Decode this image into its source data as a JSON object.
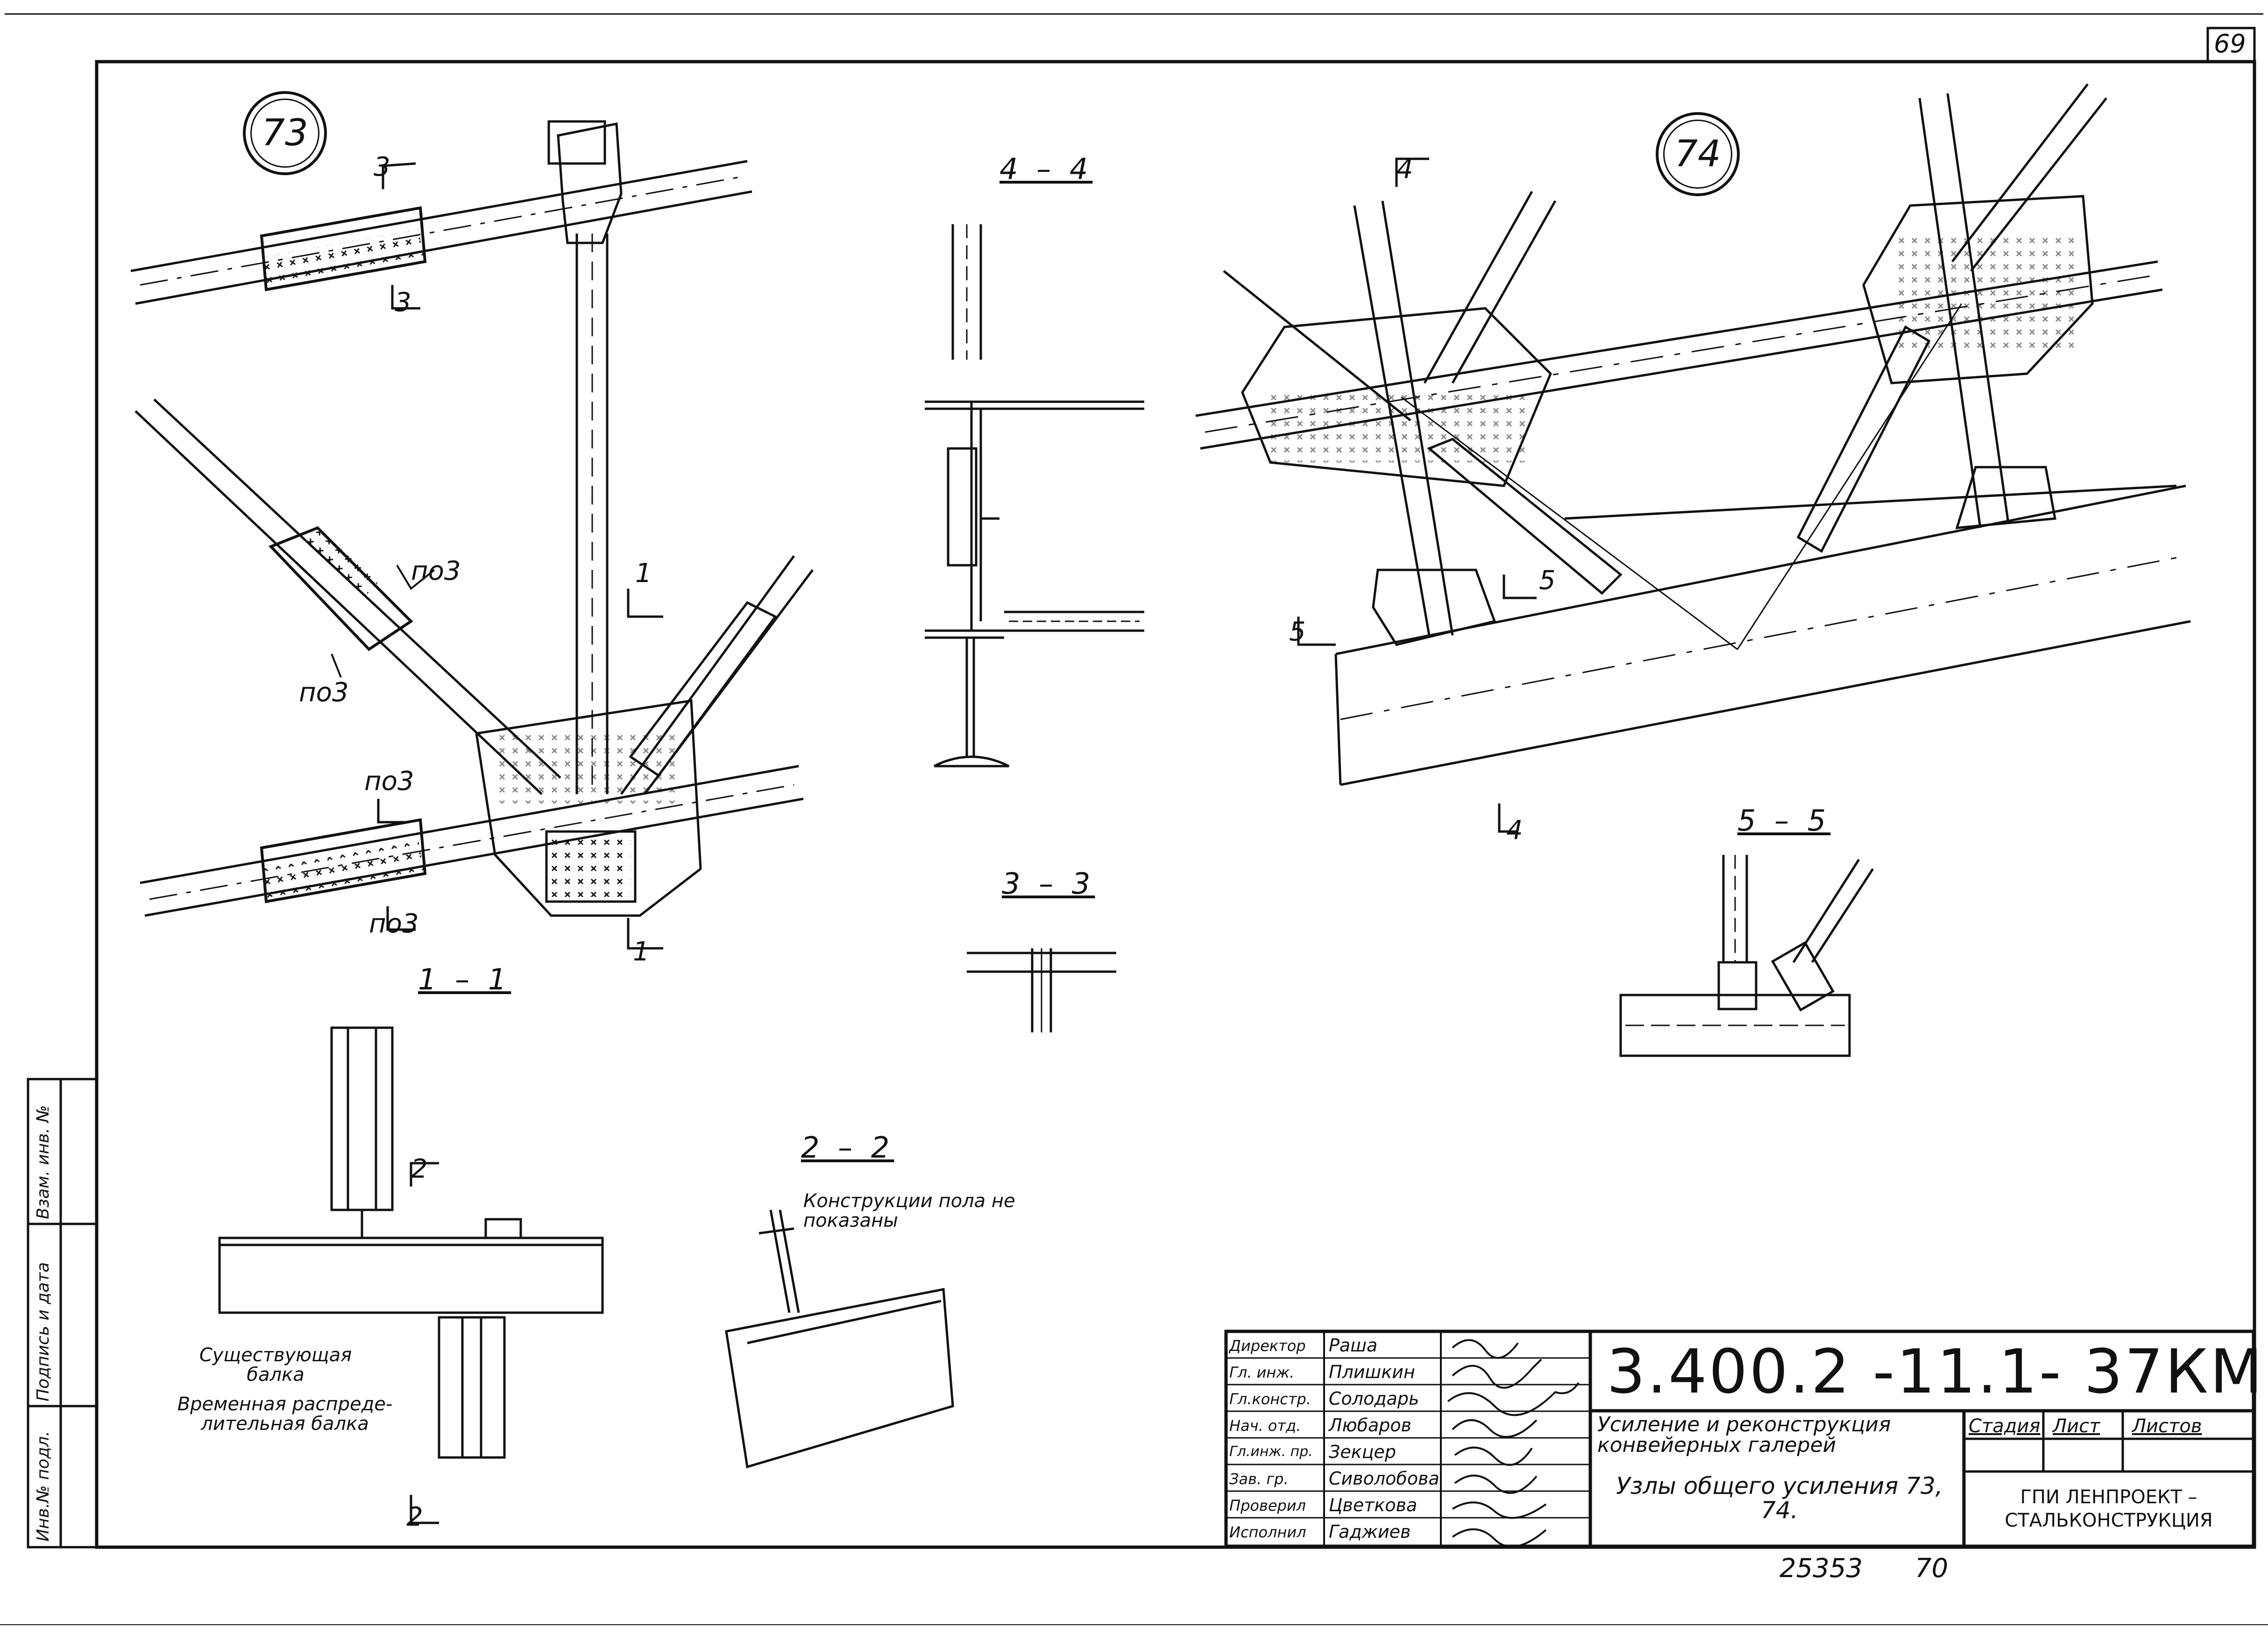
{
  "sheet_number": "69",
  "node_labels": {
    "n73": "73",
    "n74": "74"
  },
  "section_titles": {
    "s1": "1 – 1",
    "s2": "2 – 2",
    "s3": "3 – 3",
    "s4": "4 – 4",
    "s5": "5 – 5"
  },
  "cut_marks": {
    "c3": "3",
    "po3": "по3",
    "c1": "1",
    "c2": "2",
    "c4": "4",
    "c5": "5"
  },
  "annotations": {
    "existing_beam": "Существующая балка",
    "temp_beam": "Временная распреде-лительная балка",
    "floor_note": "Конструкции пола не показаны"
  },
  "side_stamp": [
    "Инв.№ подл.",
    "Подпись и дата",
    "Взам. инв. №"
  ],
  "title_block": {
    "roles": [
      {
        "role": "Директор",
        "name": "Раша"
      },
      {
        "role": "Гл. инж.",
        "name": "Плишкин"
      },
      {
        "role": "Гл.констр.",
        "name": "Солодарь"
      },
      {
        "role": "Нач. отд.",
        "name": "Любаров"
      },
      {
        "role": "Гл.инж. пр.",
        "name": "Зекцер"
      },
      {
        "role": "Зав. гр.",
        "name": "Сиволобова"
      },
      {
        "role": "Проверил",
        "name": "Цветкова"
      },
      {
        "role": "Исполнил",
        "name": "Гаджиев"
      }
    ],
    "code": "3.400.2 -11.1- 37КМ",
    "project_title": "Усиление и реконструкция конвейерных галерей",
    "sheet_title": "Узлы общего усиления 73, 74.",
    "col_stage": "Стадия",
    "col_sheet": "Лист",
    "col_sheets": "Листов",
    "organization": "ГПИ ЛЕНПРОЕКТ – СТАЛЬКОНСТРУКЦИЯ"
  },
  "footer_number": "25353",
  "footer_page": "70"
}
